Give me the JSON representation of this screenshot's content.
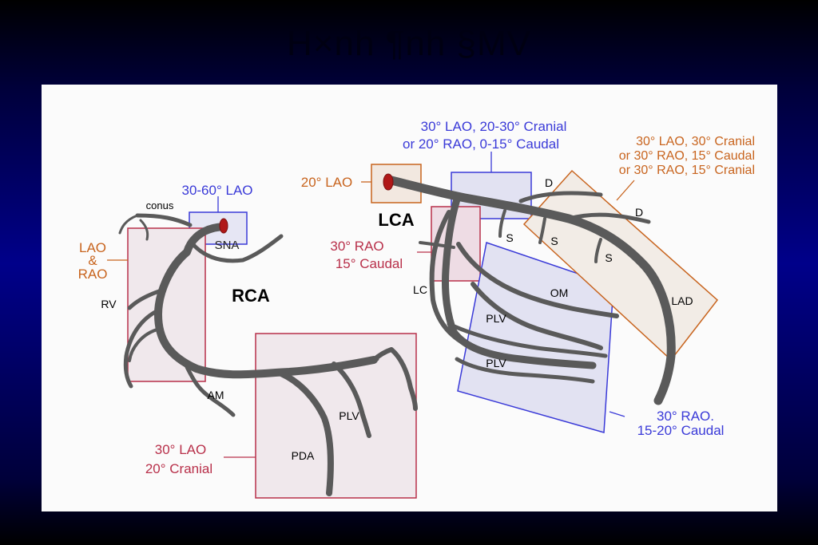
{
  "title": "H×nh ¶nh §MV",
  "colors": {
    "blue_view": "#3a3ad8",
    "red_view": "#b8304a",
    "orange_view": "#c8641e",
    "vessel": "#5a5a5a",
    "ostium": "#b01818"
  },
  "rca": {
    "label": "RCA",
    "branches": {
      "conus": "conus",
      "sna": "SNA",
      "rv": "RV",
      "am": "AM",
      "pda": "PDA",
      "plv": "PLV"
    },
    "views": {
      "ostium_view": "30-60° LAO",
      "proximal_view_line1": "LAO",
      "proximal_view_line2": "&",
      "proximal_view_line3": "RAO",
      "distal_view_line1": "30° LAO",
      "distal_view_line2": "20° Cranial"
    }
  },
  "lca": {
    "label": "LCA",
    "branches": {
      "lc": "LC",
      "om": "OM",
      "lad": "LAD",
      "plv_upper": "PLV",
      "plv_lower": "PLV",
      "diagonal_1": "D",
      "diagonal_2": "D",
      "septal_1": "S",
      "septal_2": "S",
      "septal_3": "S"
    },
    "views": {
      "ostium_view": "20° LAO",
      "left_main_view_line1": "30° LAO, 20-30° Cranial",
      "left_main_view_line2": "or 20° RAO, 0-15° Caudal",
      "lc_proximal_view_line1": "30° RAO",
      "lc_proximal_view_line2": "15° Caudal",
      "lad_view_line1": "30° LAO, 30° Cranial",
      "lad_view_line2": "or 30° RAO, 15° Caudal",
      "lad_view_line3": "or 30° RAO, 15° Cranial",
      "lc_distal_view_line1": "30° RAO.",
      "lc_distal_view_line2": "15-20° Caudal"
    }
  }
}
